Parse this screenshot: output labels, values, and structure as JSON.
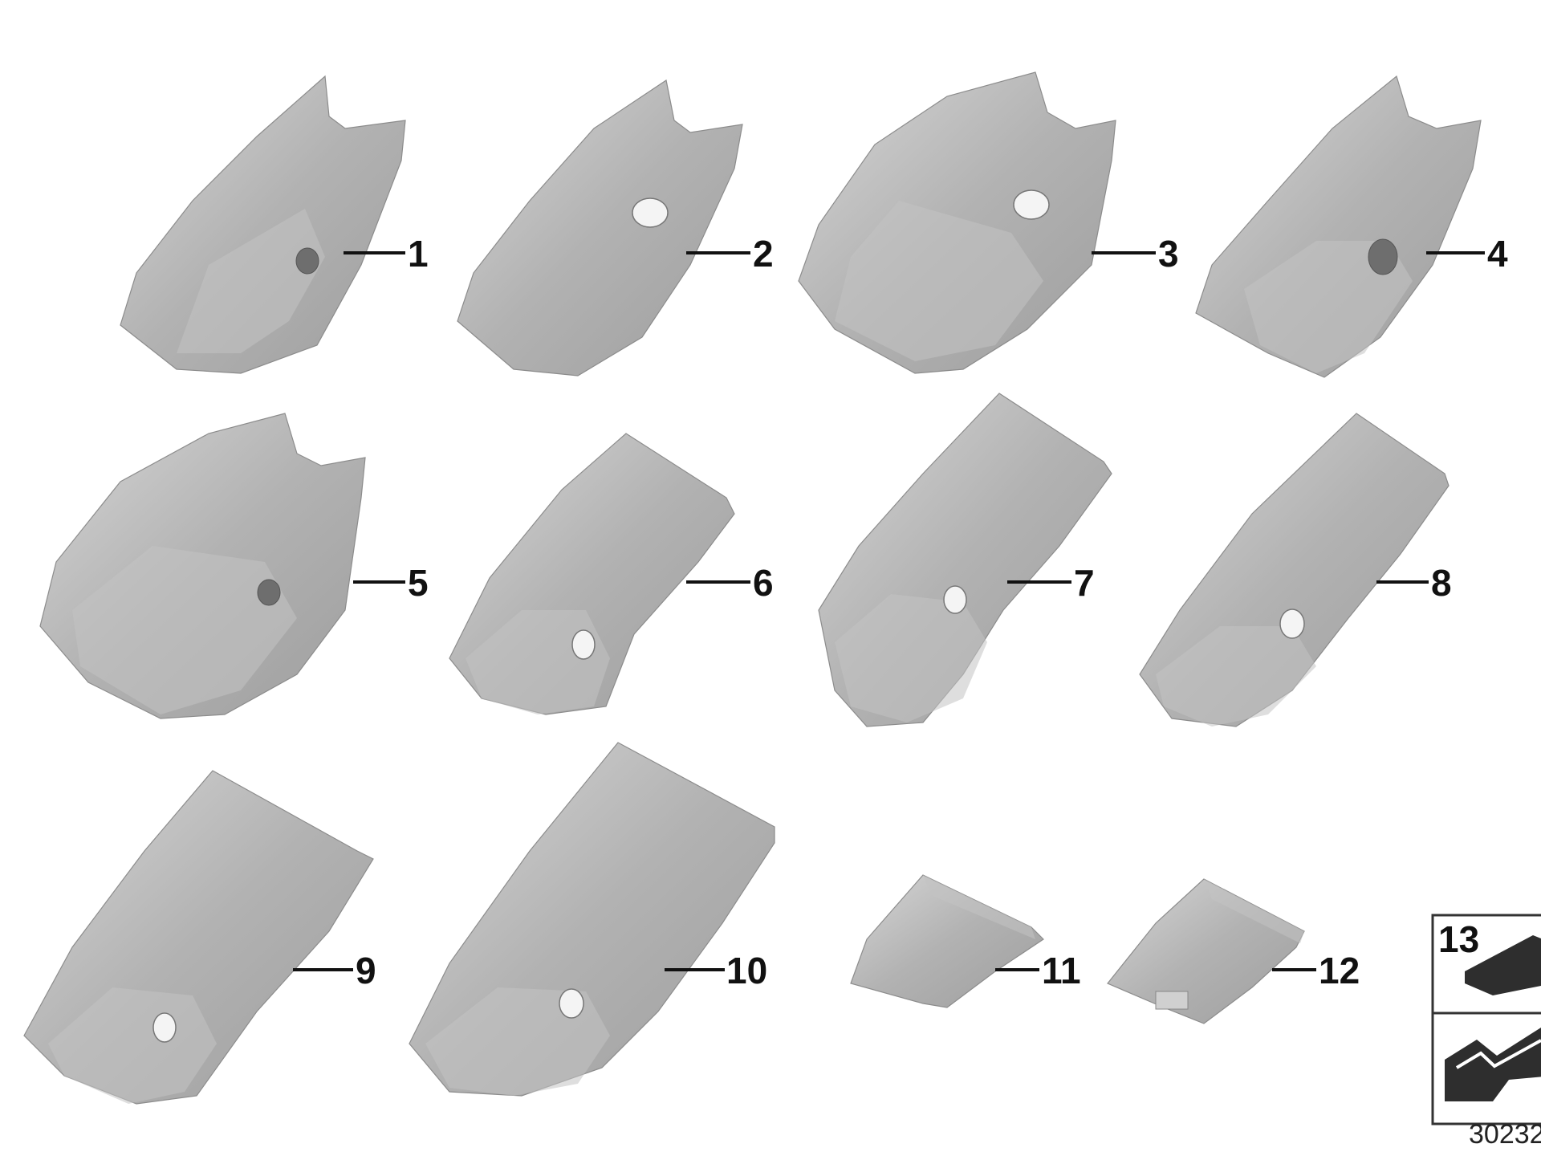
{
  "diagram": {
    "callouts": [
      {
        "id": "1",
        "label": "1"
      },
      {
        "id": "2",
        "label": "2"
      },
      {
        "id": "3",
        "label": "3"
      },
      {
        "id": "4",
        "label": "4"
      },
      {
        "id": "5",
        "label": "5"
      },
      {
        "id": "6",
        "label": "6"
      },
      {
        "id": "7",
        "label": "7"
      },
      {
        "id": "8",
        "label": "8"
      },
      {
        "id": "9",
        "label": "9"
      },
      {
        "id": "10",
        "label": "10"
      },
      {
        "id": "11",
        "label": "11"
      },
      {
        "id": "12",
        "label": "12"
      },
      {
        "id": "13",
        "label": "13"
      }
    ],
    "diagram_code": "30232",
    "part_color": "#b4b4b4",
    "icons": [
      "material-block-icon",
      "note-arrow-icon"
    ]
  }
}
